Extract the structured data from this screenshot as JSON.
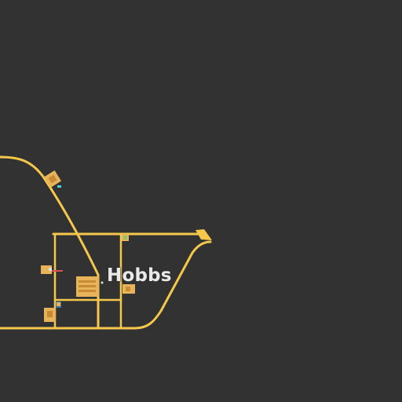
{
  "map": {
    "background_color": "#323232",
    "road_color": "#f5c84c",
    "poi_color": "#e8b45a",
    "label_color": "#e9e9e9",
    "city": {
      "name": "Hobbs"
    },
    "pois": [
      {
        "id": "poi-1",
        "kind": "building"
      },
      {
        "id": "poi-2",
        "kind": "building"
      },
      {
        "id": "poi-3",
        "kind": "building"
      },
      {
        "id": "poi-4",
        "kind": "building"
      },
      {
        "id": "poi-5",
        "kind": "building"
      },
      {
        "id": "poi-6",
        "kind": "building"
      },
      {
        "id": "poi-7",
        "kind": "marker"
      }
    ]
  }
}
